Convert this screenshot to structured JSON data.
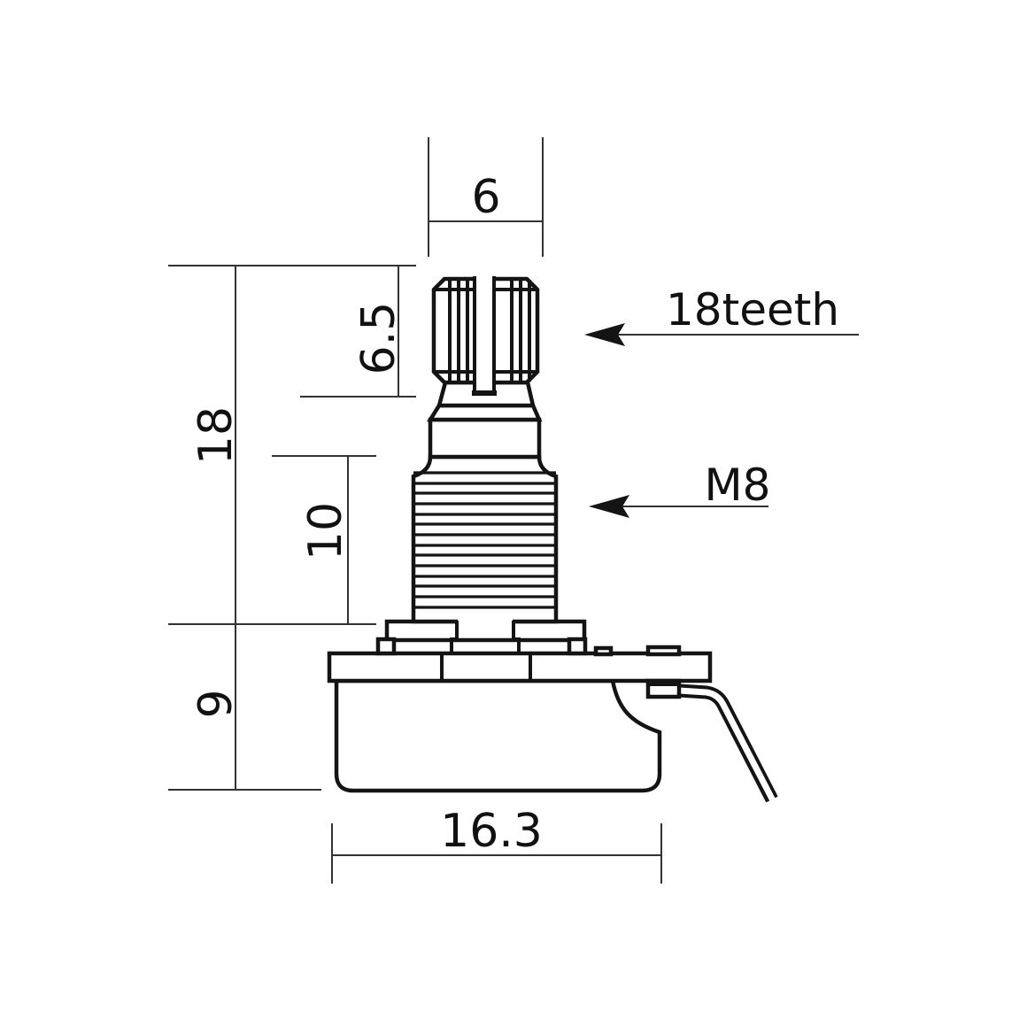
{
  "drawing": {
    "kind": "potentiometer-dimension-drawing",
    "dimensions": {
      "shaft_tip_width": "6",
      "knurl_length": "6.5",
      "total_length": "18",
      "bushing_length": "10",
      "body_depth": "9",
      "body_width": "16.3"
    },
    "annotations": {
      "knurl_teeth": "18teeth",
      "thread_size": "M8"
    },
    "colors": {
      "outline": "#141414",
      "dimension_line": "#333333",
      "text": "#111111",
      "background": "#ffffff"
    }
  }
}
